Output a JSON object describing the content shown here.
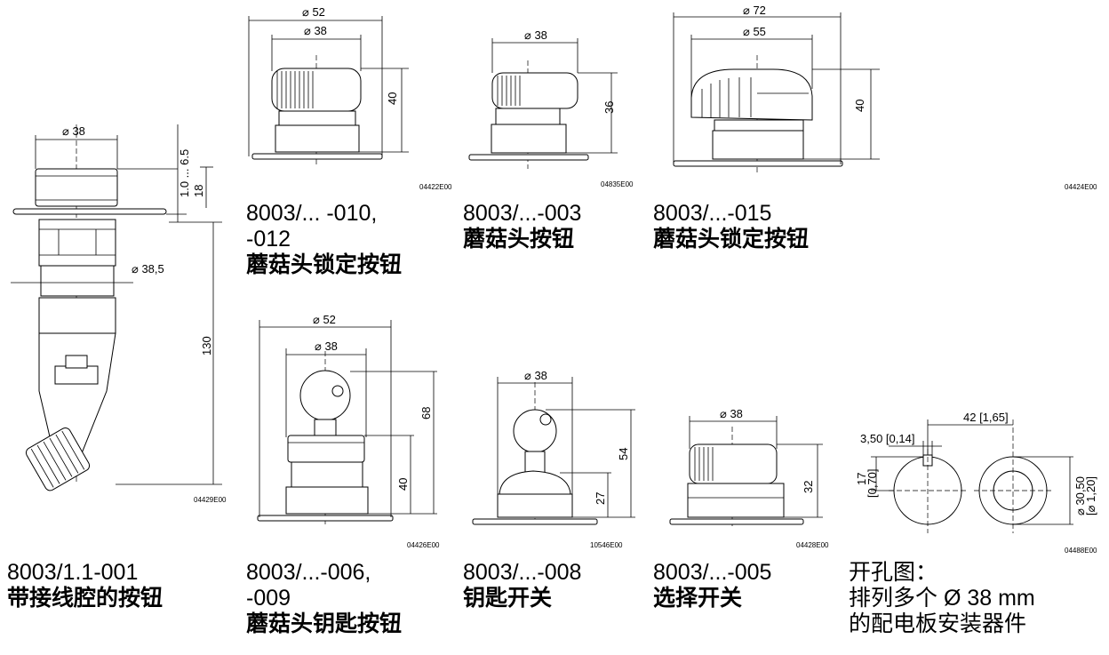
{
  "drawings": {
    "d1": {
      "dims": [
        "⌀ 38",
        "1.0 ... 6.5",
        "18",
        "⌀ 38,5",
        "130"
      ],
      "code": "04429E00"
    },
    "d2": {
      "dims": [
        "⌀ 52",
        "⌀ 38",
        "40"
      ],
      "code": "04422E00"
    },
    "d3": {
      "dims": [
        "⌀ 38",
        "36"
      ],
      "code": "04835E00"
    },
    "d4": {
      "dims": [
        "⌀ 72",
        "⌀ 55",
        "40"
      ],
      "code": "04424E00"
    },
    "d5": {
      "dims": [
        "⌀ 52",
        "⌀ 38",
        "68",
        "40"
      ],
      "code": "04426E00"
    },
    "d6": {
      "dims": [
        "⌀ 38",
        "54",
        "27"
      ],
      "code": "10546E00"
    },
    "d7": {
      "dims": [
        "⌀ 38",
        "32"
      ],
      "code": "04428E00"
    },
    "d8": {
      "dims": [
        "42 [1,65]",
        "3,50 [0,14]",
        "17",
        "[0,70]",
        "⌀ 30,50",
        "[⌀ 1,20]"
      ],
      "code": "04488E00"
    }
  },
  "captions": {
    "c1": {
      "lines": [
        "8003/1.1-001",
        "带接线腔的按钮"
      ]
    },
    "c2": {
      "lines": [
        "8003/... -010,",
        "-012",
        "蘑菇头锁定按钮"
      ]
    },
    "c3": {
      "lines": [
        "8003/...-003",
        "蘑菇头按钮"
      ]
    },
    "c4": {
      "lines": [
        "8003/...-015",
        "蘑菇头锁定按钮"
      ]
    },
    "c5": {
      "lines": [
        "8003/...-006,",
        "-009",
        "蘑菇头钥匙按钮"
      ]
    },
    "c6": {
      "lines": [
        "8003/...-008",
        "钥匙开关"
      ]
    },
    "c7": {
      "lines": [
        "8003/...-005",
        "选择开关"
      ]
    },
    "c8": {
      "lines": [
        "开孔图：",
        "排列多个 Ø 38 mm",
        "的配电板安装器件"
      ]
    }
  }
}
